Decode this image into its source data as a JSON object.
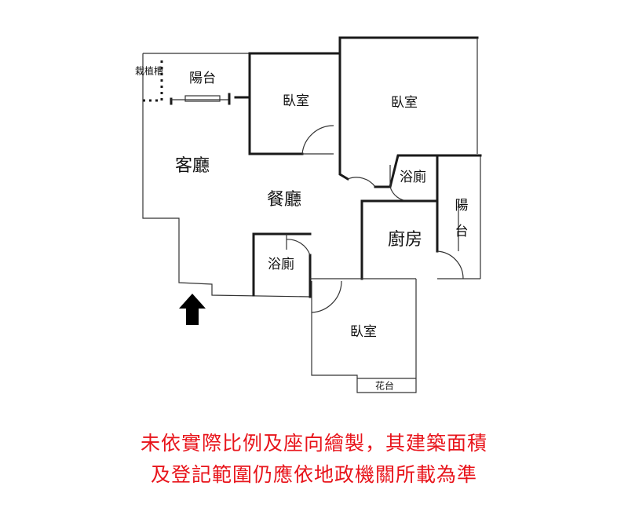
{
  "rooms": {
    "planter": "栽植槽",
    "balcony_top": "陽台",
    "bedroom_1": "臥室",
    "bedroom_2": "臥室",
    "living_room": "客廳",
    "dining_room": "餐廳",
    "bath_upper": "浴廁",
    "bath_lower": "浴廁",
    "kitchen": "廚房",
    "balcony_right_1": "陽",
    "balcony_right_2": "台",
    "bedroom_3": "臥室",
    "flower_bed": "花台"
  },
  "disclaimer": {
    "line1": "未依實際比例及座向繪製，其建築面積",
    "line2": "及登記範圍仍應依地政機關所載為準"
  },
  "colors": {
    "wall": "#1a1a1a",
    "disclaimer": "#e8141b",
    "entrance_arrow": "#000000"
  },
  "icons": {
    "entrance": "up-arrow-icon"
  }
}
